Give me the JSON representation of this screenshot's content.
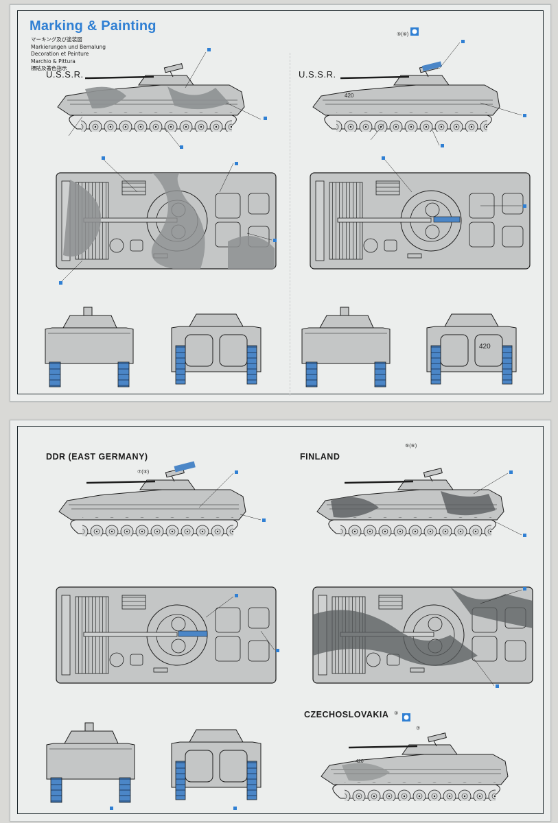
{
  "page": {
    "title": "Marking & Painting",
    "subtitles": [
      "マーキング及び塗装図",
      "Markierungen und Bemalung",
      "Decoration et Peinture",
      "Marchio & Pittura",
      "標貼及著色指示"
    ]
  },
  "schemes": [
    {
      "id": "ussr-1",
      "label": "U.S.S.R."
    },
    {
      "id": "ussr-2",
      "label": "U.S.S.R."
    },
    {
      "id": "ddr",
      "label": "DDR (EAST GERMANY)"
    },
    {
      "id": "finland",
      "label": "FINLAND"
    },
    {
      "id": "czech",
      "label": "CZECHOSLOVAKIA"
    }
  ],
  "decals": {
    "number_420": "420",
    "ref_7": "⑦",
    "ref_7_5": "⑦(⑤)",
    "ref_3": "③",
    "ref_5_6": "⑤(⑥)"
  },
  "colors": {
    "accent": "#2f7fd3",
    "ink": "#1c1c1c",
    "camo_light": "#c4c6c6",
    "camo_dark": "#8e9192",
    "track_blue": "#4b86c7"
  }
}
